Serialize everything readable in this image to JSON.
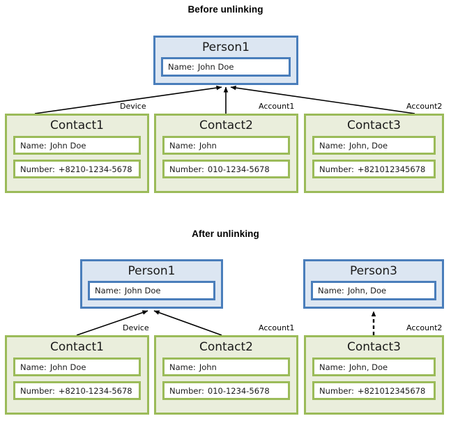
{
  "diagram": {
    "sections": [
      {
        "id": "before",
        "title": "Before unlinking"
      },
      {
        "id": "after",
        "title": "After unlinking"
      }
    ],
    "colors": {
      "person_border": "#4a7ebb",
      "person_fill": "#dce6f2",
      "contact_border": "#9bbb59",
      "contact_fill": "#eaeedc",
      "edge": "#000000",
      "text": "#1a1a1a"
    },
    "before": {
      "person": {
        "title": "Person1",
        "fields": [
          {
            "label": "Name:",
            "value": "John Doe"
          }
        ]
      },
      "contacts": [
        {
          "title": "Contact1",
          "fields": [
            {
              "label": "Name:",
              "value": "John Doe"
            },
            {
              "label": "Number:",
              "value": "+8210-1234-5678"
            }
          ]
        },
        {
          "title": "Contact2",
          "fields": [
            {
              "label": "Name:",
              "value": "John"
            },
            {
              "label": "Number:",
              "value": "010-1234-5678"
            }
          ]
        },
        {
          "title": "Contact3",
          "fields": [
            {
              "label": "Name:",
              "value": "John, Doe"
            },
            {
              "label": "Number:",
              "value": "+821012345678"
            }
          ]
        }
      ],
      "edge_labels": [
        {
          "text": "Device",
          "from": "Contact1",
          "to": "Person1"
        },
        {
          "text": "Account1",
          "from": "Contact2",
          "to": "Person1"
        },
        {
          "text": "Account2",
          "from": "Contact3",
          "to": "Person1"
        }
      ]
    },
    "after": {
      "persons": [
        {
          "title": "Person1",
          "fields": [
            {
              "label": "Name:",
              "value": "John Doe"
            }
          ]
        },
        {
          "title": "Person3",
          "fields": [
            {
              "label": "Name:",
              "value": "John, Doe"
            }
          ]
        }
      ],
      "contacts": [
        {
          "title": "Contact1",
          "fields": [
            {
              "label": "Name:",
              "value": "John Doe"
            },
            {
              "label": "Number:",
              "value": "+8210-1234-5678"
            }
          ]
        },
        {
          "title": "Contact2",
          "fields": [
            {
              "label": "Name:",
              "value": "John"
            },
            {
              "label": "Number:",
              "value": "010-1234-5678"
            }
          ]
        },
        {
          "title": "Contact3",
          "fields": [
            {
              "label": "Name:",
              "value": "John, Doe"
            },
            {
              "label": "Number:",
              "value": "+821012345678"
            }
          ]
        }
      ],
      "edge_labels": [
        {
          "text": "Device",
          "from": "Contact1",
          "to": "Person1"
        },
        {
          "text": "Account1",
          "from": "Contact2",
          "to": "Person1"
        },
        {
          "text": "Account2",
          "from": "Contact3",
          "to": "Person3"
        }
      ]
    }
  }
}
